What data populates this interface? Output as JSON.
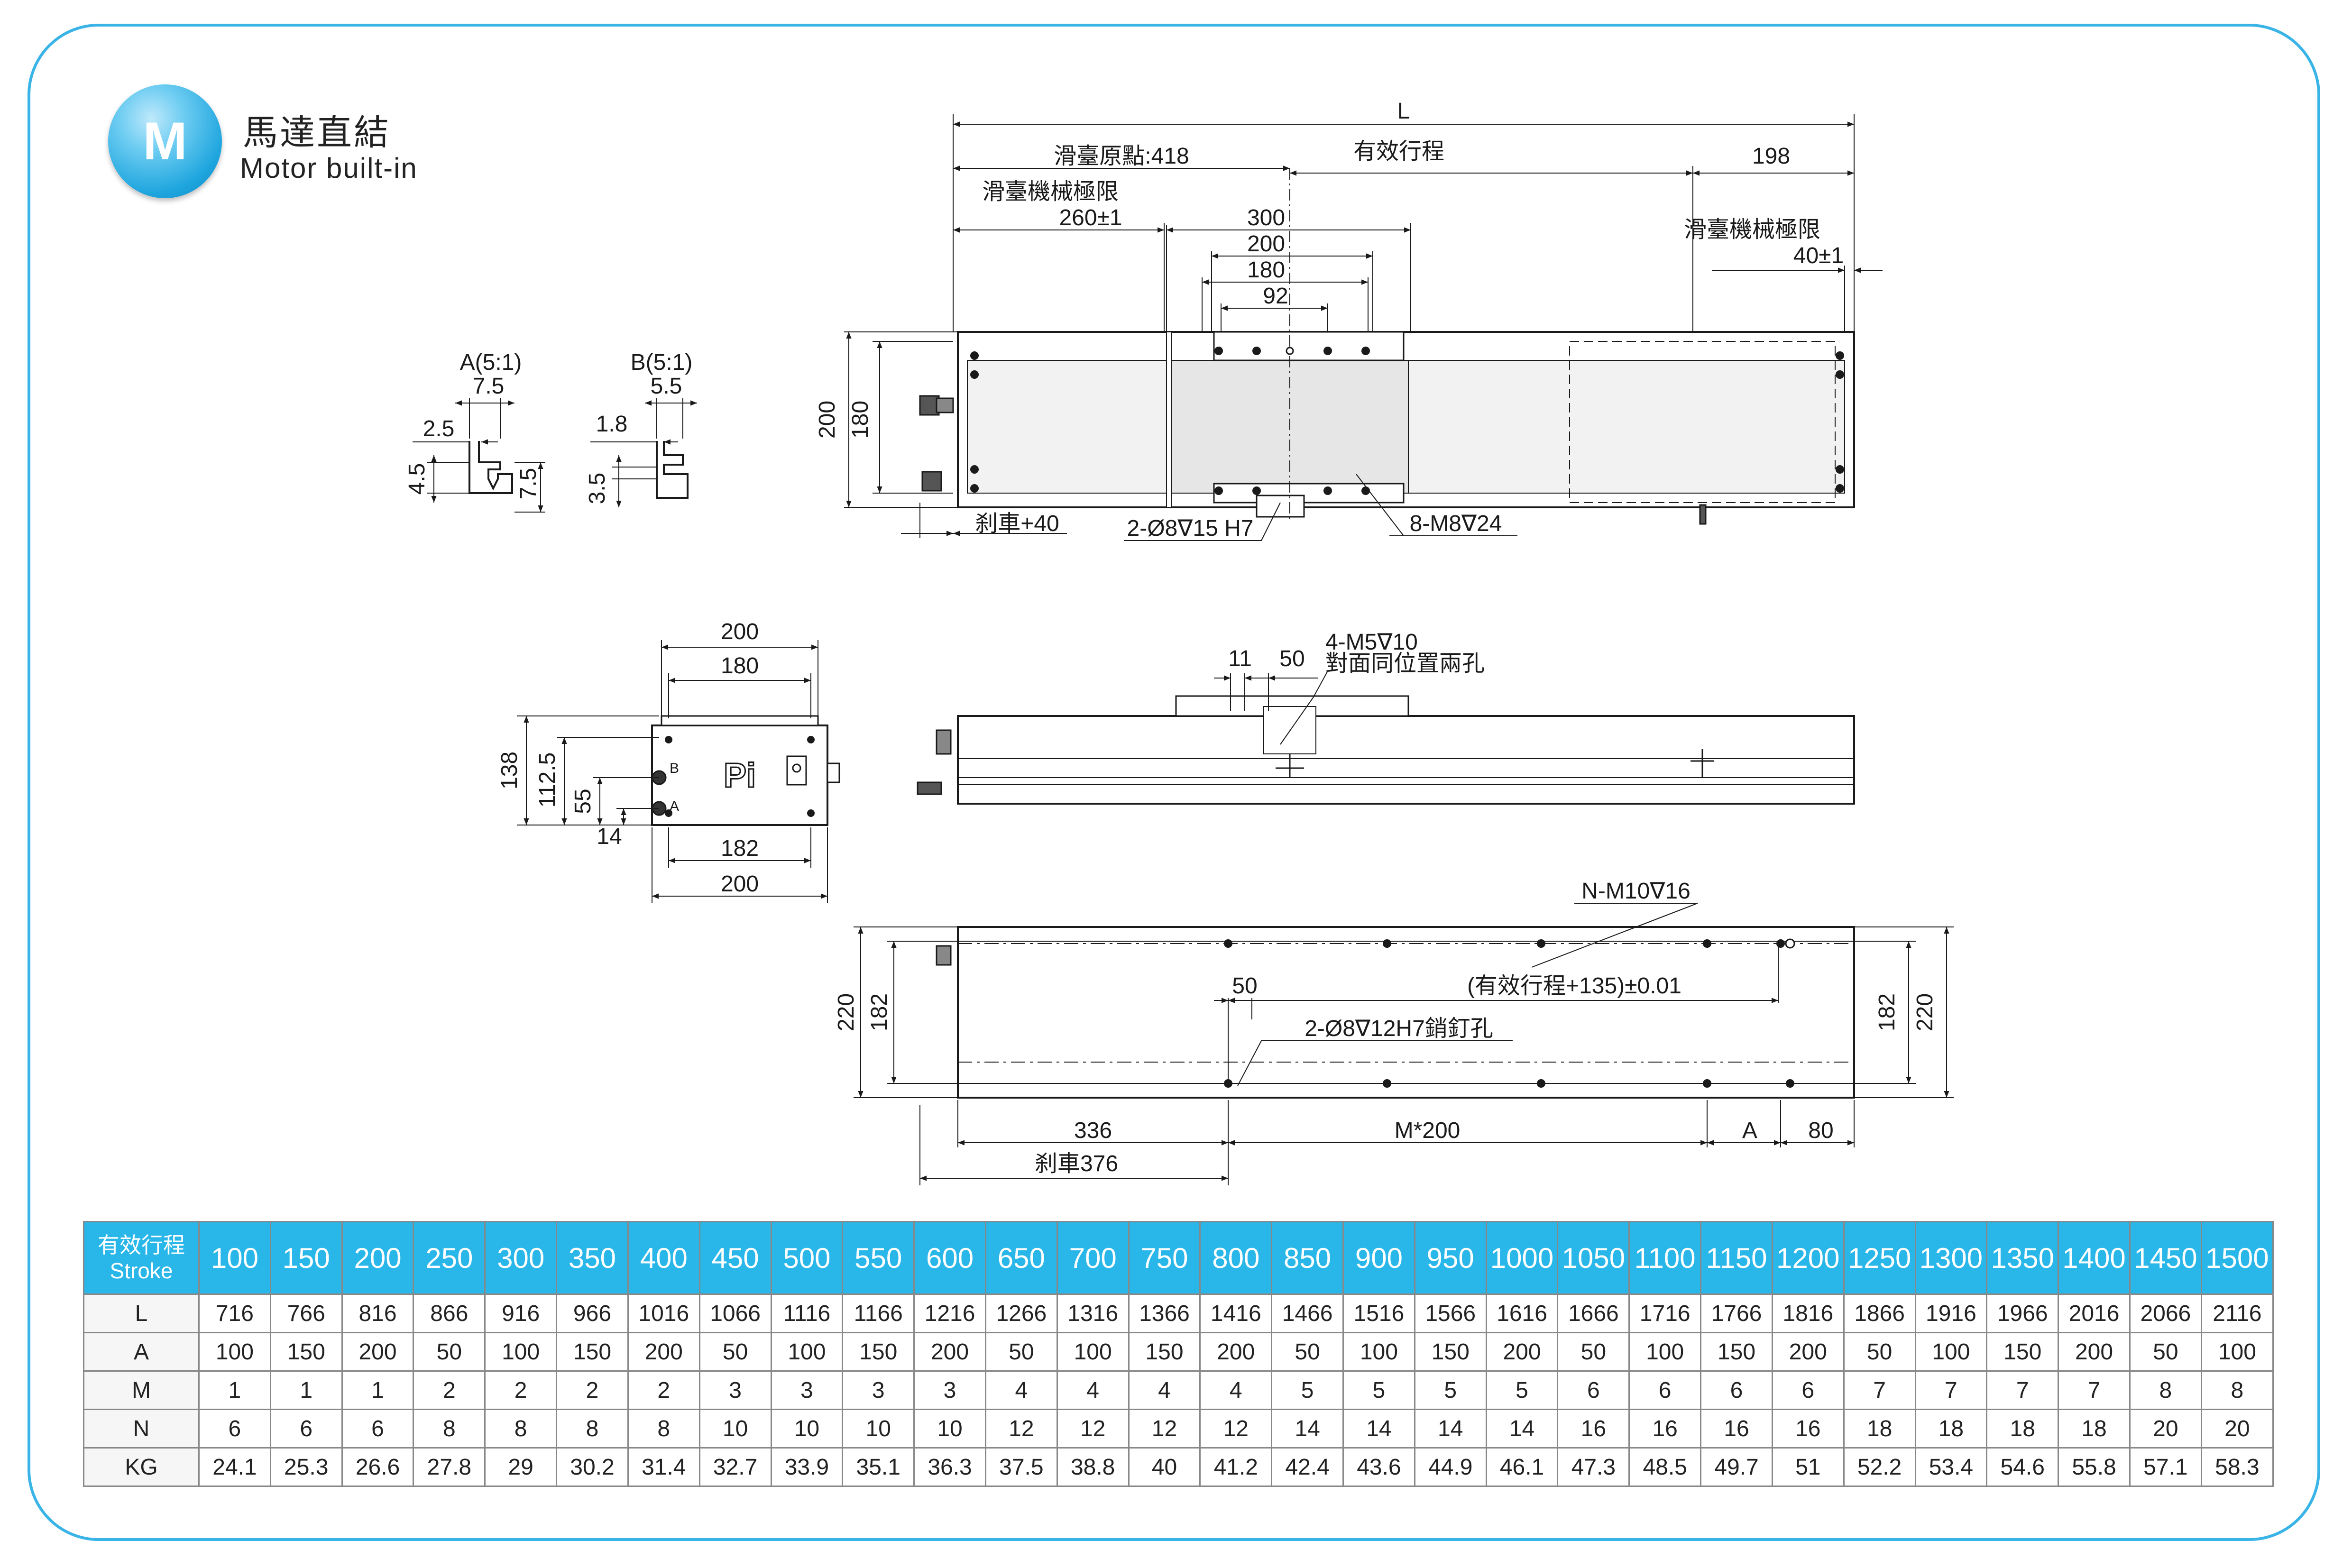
{
  "header": {
    "badge_letter": "M",
    "title_zh": "馬達直結",
    "title_en": "Motor built-in",
    "accent_color": "#29b6e8"
  },
  "top_view": {
    "dim_L": "L",
    "dim_home": "滑臺原點:418",
    "dim_stroke": "有效行程",
    "dim_198": "198",
    "limit_left": "滑臺機械極限",
    "limit_left_value": "260±1",
    "limit_right": "滑臺機械極限",
    "limit_right_value": "40±1",
    "dim_300": "300",
    "dim_200": "200",
    "dim_180": "180",
    "dim_92": "92",
    "height_200": "200",
    "height_180": "180",
    "brake_note": "刹車+40",
    "pin_note": "2-Ø8∇15 H7",
    "screw_note": "8-M8∇24"
  },
  "detail_a": {
    "title": "A(5:1)",
    "w": "7.5",
    "w2": "2.5",
    "h": "4.5",
    "h2": "7.5"
  },
  "detail_b": {
    "title": "B(5:1)",
    "w": "5.5",
    "w2": "1.8",
    "h": "3.5"
  },
  "end_view": {
    "top_200": "200",
    "top_180": "180",
    "h_138": "138",
    "h_112_5": "112.5",
    "h_55": "55",
    "h_14": "14",
    "bottom_182": "182",
    "bottom_200": "200",
    "logo": "Pi",
    "label_b": "B",
    "label_a": "A"
  },
  "side_view": {
    "d11": "11",
    "d50": "50",
    "screw_note": "4-M5∇10",
    "screw_note2": "對面同位置兩孔"
  },
  "bottom_view": {
    "screw_note": "N-M10∇16",
    "pitch_note": "(有效行程+135)±0.01",
    "d50": "50",
    "pin_note": "2-Ø8∇12H7銷釘孔",
    "h220_left": "220",
    "h182_left": "182",
    "h182_right": "182",
    "h220_right": "220",
    "d336": "336",
    "pitch": "M*200",
    "dA": "A",
    "d80": "80",
    "brake_note": "刹車376"
  },
  "table": {
    "header_zh": "有效行程",
    "header_en": "Stroke",
    "strokes": [
      "100",
      "150",
      "200",
      "250",
      "300",
      "350",
      "400",
      "450",
      "500",
      "550",
      "600",
      "650",
      "700",
      "750",
      "800",
      "850",
      "900",
      "950",
      "1000",
      "1050",
      "1100",
      "1150",
      "1200",
      "1250",
      "1300",
      "1350",
      "1400",
      "1450",
      "1500"
    ],
    "rows": [
      {
        "label": "L",
        "values": [
          "716",
          "766",
          "816",
          "866",
          "916",
          "966",
          "1016",
          "1066",
          "1116",
          "1166",
          "1216",
          "1266",
          "1316",
          "1366",
          "1416",
          "1466",
          "1516",
          "1566",
          "1616",
          "1666",
          "1716",
          "1766",
          "1816",
          "1866",
          "1916",
          "1966",
          "2016",
          "2066",
          "2116"
        ]
      },
      {
        "label": "A",
        "values": [
          "100",
          "150",
          "200",
          "50",
          "100",
          "150",
          "200",
          "50",
          "100",
          "150",
          "200",
          "50",
          "100",
          "150",
          "200",
          "50",
          "100",
          "150",
          "200",
          "50",
          "100",
          "150",
          "200",
          "50",
          "100",
          "150",
          "200",
          "50",
          "100"
        ]
      },
      {
        "label": "M",
        "values": [
          "1",
          "1",
          "1",
          "2",
          "2",
          "2",
          "2",
          "3",
          "3",
          "3",
          "3",
          "4",
          "4",
          "4",
          "4",
          "5",
          "5",
          "5",
          "5",
          "6",
          "6",
          "6",
          "6",
          "7",
          "7",
          "7",
          "7",
          "8",
          "8"
        ]
      },
      {
        "label": "N",
        "values": [
          "6",
          "6",
          "6",
          "8",
          "8",
          "8",
          "8",
          "10",
          "10",
          "10",
          "10",
          "12",
          "12",
          "12",
          "12",
          "14",
          "14",
          "14",
          "14",
          "16",
          "16",
          "16",
          "16",
          "18",
          "18",
          "18",
          "18",
          "20",
          "20"
        ]
      },
      {
        "label": "KG",
        "values": [
          "24.1",
          "25.3",
          "26.6",
          "27.8",
          "29",
          "30.2",
          "31.4",
          "32.7",
          "33.9",
          "35.1",
          "36.3",
          "37.5",
          "38.8",
          "40",
          "41.2",
          "42.4",
          "43.6",
          "44.9",
          "46.1",
          "47.3",
          "48.5",
          "49.7",
          "51",
          "52.2",
          "53.4",
          "54.6",
          "55.8",
          "57.1",
          "58.3"
        ]
      }
    ]
  }
}
